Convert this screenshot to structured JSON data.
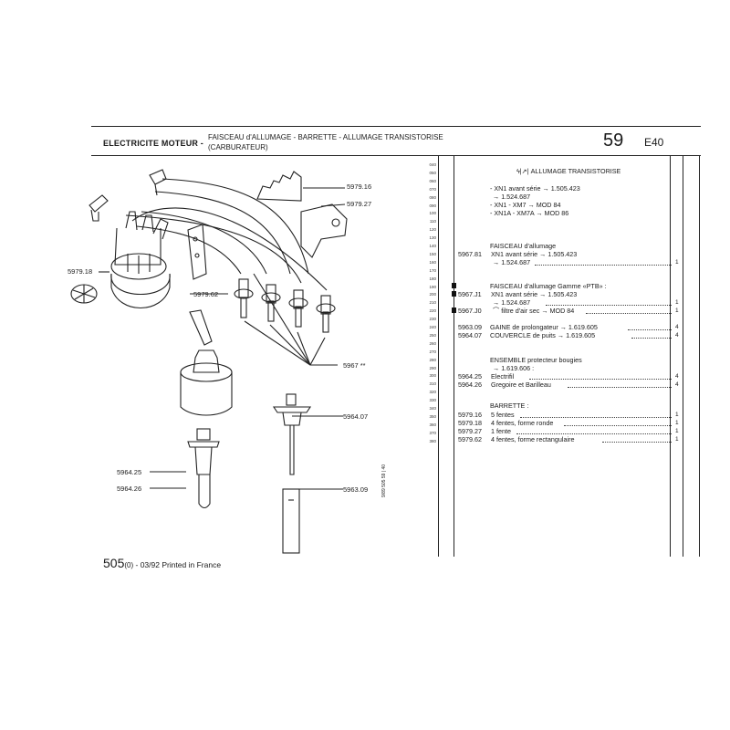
{
  "header": {
    "section": "ELECTRICITE MOTEUR -",
    "subtitle_line1": "FAISCEAU d'ALLUMAGE - BARRETTE - ALLUMAGE TRANSISTORISE",
    "subtitle_line2": "(CARBURATEUR)",
    "group_number": "59",
    "group_code": "E40"
  },
  "line_numbers": [
    "040",
    "050",
    "060",
    "070",
    "080",
    "090",
    "100",
    "110",
    "120",
    "130",
    "140",
    "150",
    "160",
    "170",
    "180",
    "190",
    "200",
    "210",
    "220",
    "230",
    "240",
    "250",
    "260",
    "270",
    "280",
    "290",
    "300",
    "310",
    "320",
    "330",
    "340",
    "350",
    "360",
    "370",
    "380"
  ],
  "diagram_labels": {
    "l5979_16": "5979.16",
    "l5979_27": "5979.27",
    "l5979_18": "5979.18",
    "l5979_62": "5979.62",
    "l5967": "5967 **",
    "l5964_07": "5964.07",
    "l5964_25": "5964.25",
    "l5964_26": "5964.26",
    "l5963_09": "5963.09",
    "vertical": "9/89  505  59 | 40"
  },
  "parts": {
    "title": "ALLUMAGE TRANSISTORISE",
    "title_prefix": "ϟ|↗|",
    "applic1": "- XN1 avant série",
    "applic1_val": "1.505.423",
    "applic2_val": "1.524.687",
    "applic3": "- XN1 - XM7",
    "applic3_val": "MOD 84",
    "applic4": "- XN1A - XM7A",
    "applic4_val": "MOD 86",
    "g1_title": "FAISCEAU d'allumage",
    "g1_ref": "5967.81",
    "g1_line1": "XN1 avant série",
    "g1_line1_val": "1.505.423",
    "g1_line2_val": "1.524.687",
    "g1_qty": "1",
    "g2_title": "FAISCEAU d'allumage Gamme «PTB» :",
    "g2_ref1": "5967.J1",
    "g2_line1": "XN1 avant série",
    "g2_line1_val": "1.505.423",
    "g2_line2_val": "1.524.687",
    "g2_qty1": "1",
    "g2_ref2": "5967.J0",
    "g2_line3": "filtre d'air sec",
    "g2_line3_val": "MOD 84",
    "g2_qty2": "1",
    "r1_ref": "5963.09",
    "r1_desc": "GAINE de prolongateur",
    "r1_val": "1.619.605",
    "r1_qty": "4",
    "r2_ref": "5964.07",
    "r2_desc": "COUVERCLE de puits",
    "r2_val": "1.619.605",
    "r2_qty": "4",
    "g3_title": "ENSEMBLE protecteur bougies",
    "g3_val": "1.619.606 :",
    "g3_r1_ref": "5964.25",
    "g3_r1_desc": "Electrifil",
    "g3_r1_qty": "4",
    "g3_r2_ref": "5964.26",
    "g3_r2_desc": "Gregoire et Barilleau",
    "g3_r2_qty": "4",
    "g4_title": "BARRETTE :",
    "g4_r1_ref": "5979.16",
    "g4_r1_desc": "5 fentes",
    "g4_r1_qty": "1",
    "g4_r2_ref": "5979.18",
    "g4_r2_desc": "4 fentes, forme ronde",
    "g4_r2_qty": "1",
    "g4_r3_ref": "5979.27",
    "g4_r3_desc": "1 fente",
    "g4_r3_qty": "1",
    "g4_r4_ref": "5979.62",
    "g4_r4_desc": "4 fentes, forme rectangulaire",
    "g4_r4_qty": "1"
  },
  "footer": {
    "page": "505",
    "edition": "(0)",
    "date_text": " - 03/92 Printed in France"
  }
}
